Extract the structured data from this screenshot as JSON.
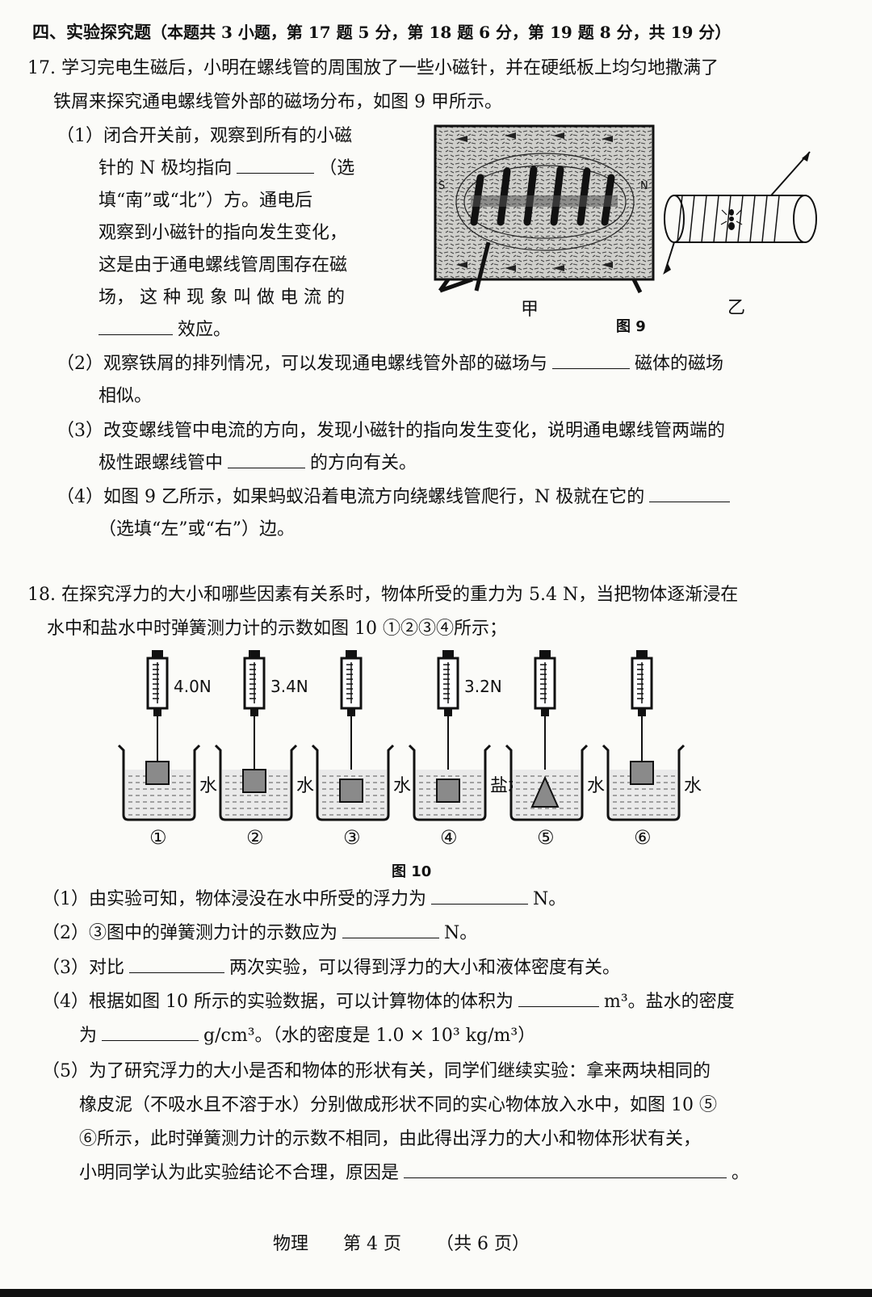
{
  "section": {
    "title": "四、实验探究题",
    "note": "（本题共 3 小题，第 17 题 5 分，第 18 题 6 分，第 19 题 8 分，共 19 分）"
  },
  "q17": {
    "line1": "17. 学习完电生磁后，小明在螺线管的周围放了一些小磁针，并在硬纸板上均匀地撒满了",
    "line2": "铁屑来探究通电螺线管外部的磁场分布，如图 9 甲所示。",
    "p1": {
      "l1": "（1）闭合开关前，观察到所有的小磁",
      "l2a": "针的 N 极均指向",
      "l2b": "（选",
      "l3": "填“南”或“北”）方。通电后",
      "l4": "观察到小磁针的指向发生变化，",
      "l5": "这是由于通电螺线管周围存在磁",
      "l6": "场， 这 种 现 象 叫 做 电 流 的",
      "l7": "效应。"
    },
    "p2": {
      "l1a": "（2）观察铁屑的排列情况，可以发现通电螺线管外部的磁场与",
      "l1b": "磁体的磁场",
      "l2": "相似。"
    },
    "p3": {
      "l1": "（3）改变螺线管中电流的方向，发现小磁针的指向发生变化，说明通电螺线管两端的",
      "l2a": "极性跟螺线管中",
      "l2b": "的方向有关。"
    },
    "p4": {
      "l1": "（4）如图 9 乙所示，如果蚂蚁沿着电流方向绕螺线管爬行，N 极就在它的",
      "l2": "（选填“左”或“右”）边。"
    },
    "fig": {
      "label_jia": "甲",
      "label_yi": "乙",
      "caption": "图 9",
      "s": "S",
      "n": "N"
    }
  },
  "q18": {
    "line1": "18. 在探究浮力的大小和哪些因素有关系时，物体所受的重力为 5.4 N，当把物体逐渐浸在",
    "line2": "水中和盐水中时弹簧测力计的示数如图 10 ①②③④所示；",
    "fig": {
      "caption": "图 10",
      "setups": [
        {
          "reading": "4.0N",
          "liquid": "水",
          "num": "①"
        },
        {
          "reading": "3.4N",
          "liquid": "水",
          "num": "②"
        },
        {
          "reading": "",
          "liquid": "水",
          "num": "③"
        },
        {
          "reading": "3.2N",
          "liquid": "盐水",
          "num": "④"
        },
        {
          "reading": "",
          "liquid": "水",
          "num": "⑤"
        },
        {
          "reading": "",
          "liquid": "水",
          "num": "⑥"
        }
      ]
    },
    "p1": {
      "a": "（1）由实验可知，物体浸没在水中所受的浮力为",
      "b": "N。"
    },
    "p2": {
      "a": "（2）③图中的弹簧测力计的示数应为",
      "b": "N。"
    },
    "p3": {
      "a": "（3）对比",
      "b": "两次实验，可以得到浮力的大小和液体密度有关。"
    },
    "p4": {
      "a": "（4）根据如图 10 所示的实验数据，可以计算物体的体积为",
      "b": "m³。盐水的密度",
      "c": "为",
      "d": "g/cm³。（水的密度是 1.0 × 10³ kg/m³）"
    },
    "p5": {
      "l1": "（5）为了研究浮力的大小是否和物体的形状有关，同学们继续实验：拿来两块相同的",
      "l2": "橡皮泥（不吸水且不溶于水）分别做成形状不同的实心物体放入水中，如图 10 ⑤",
      "l3": "⑥所示，此时弹簧测力计的示数不相同，由此得出浮力的大小和物体形状有关，",
      "l4": "小明同学认为此实验结论不合理，原因是",
      "l4end": "。"
    }
  },
  "footer": {
    "subject": "物理",
    "page": "第 4 页",
    "total": "（共 6 页）"
  }
}
